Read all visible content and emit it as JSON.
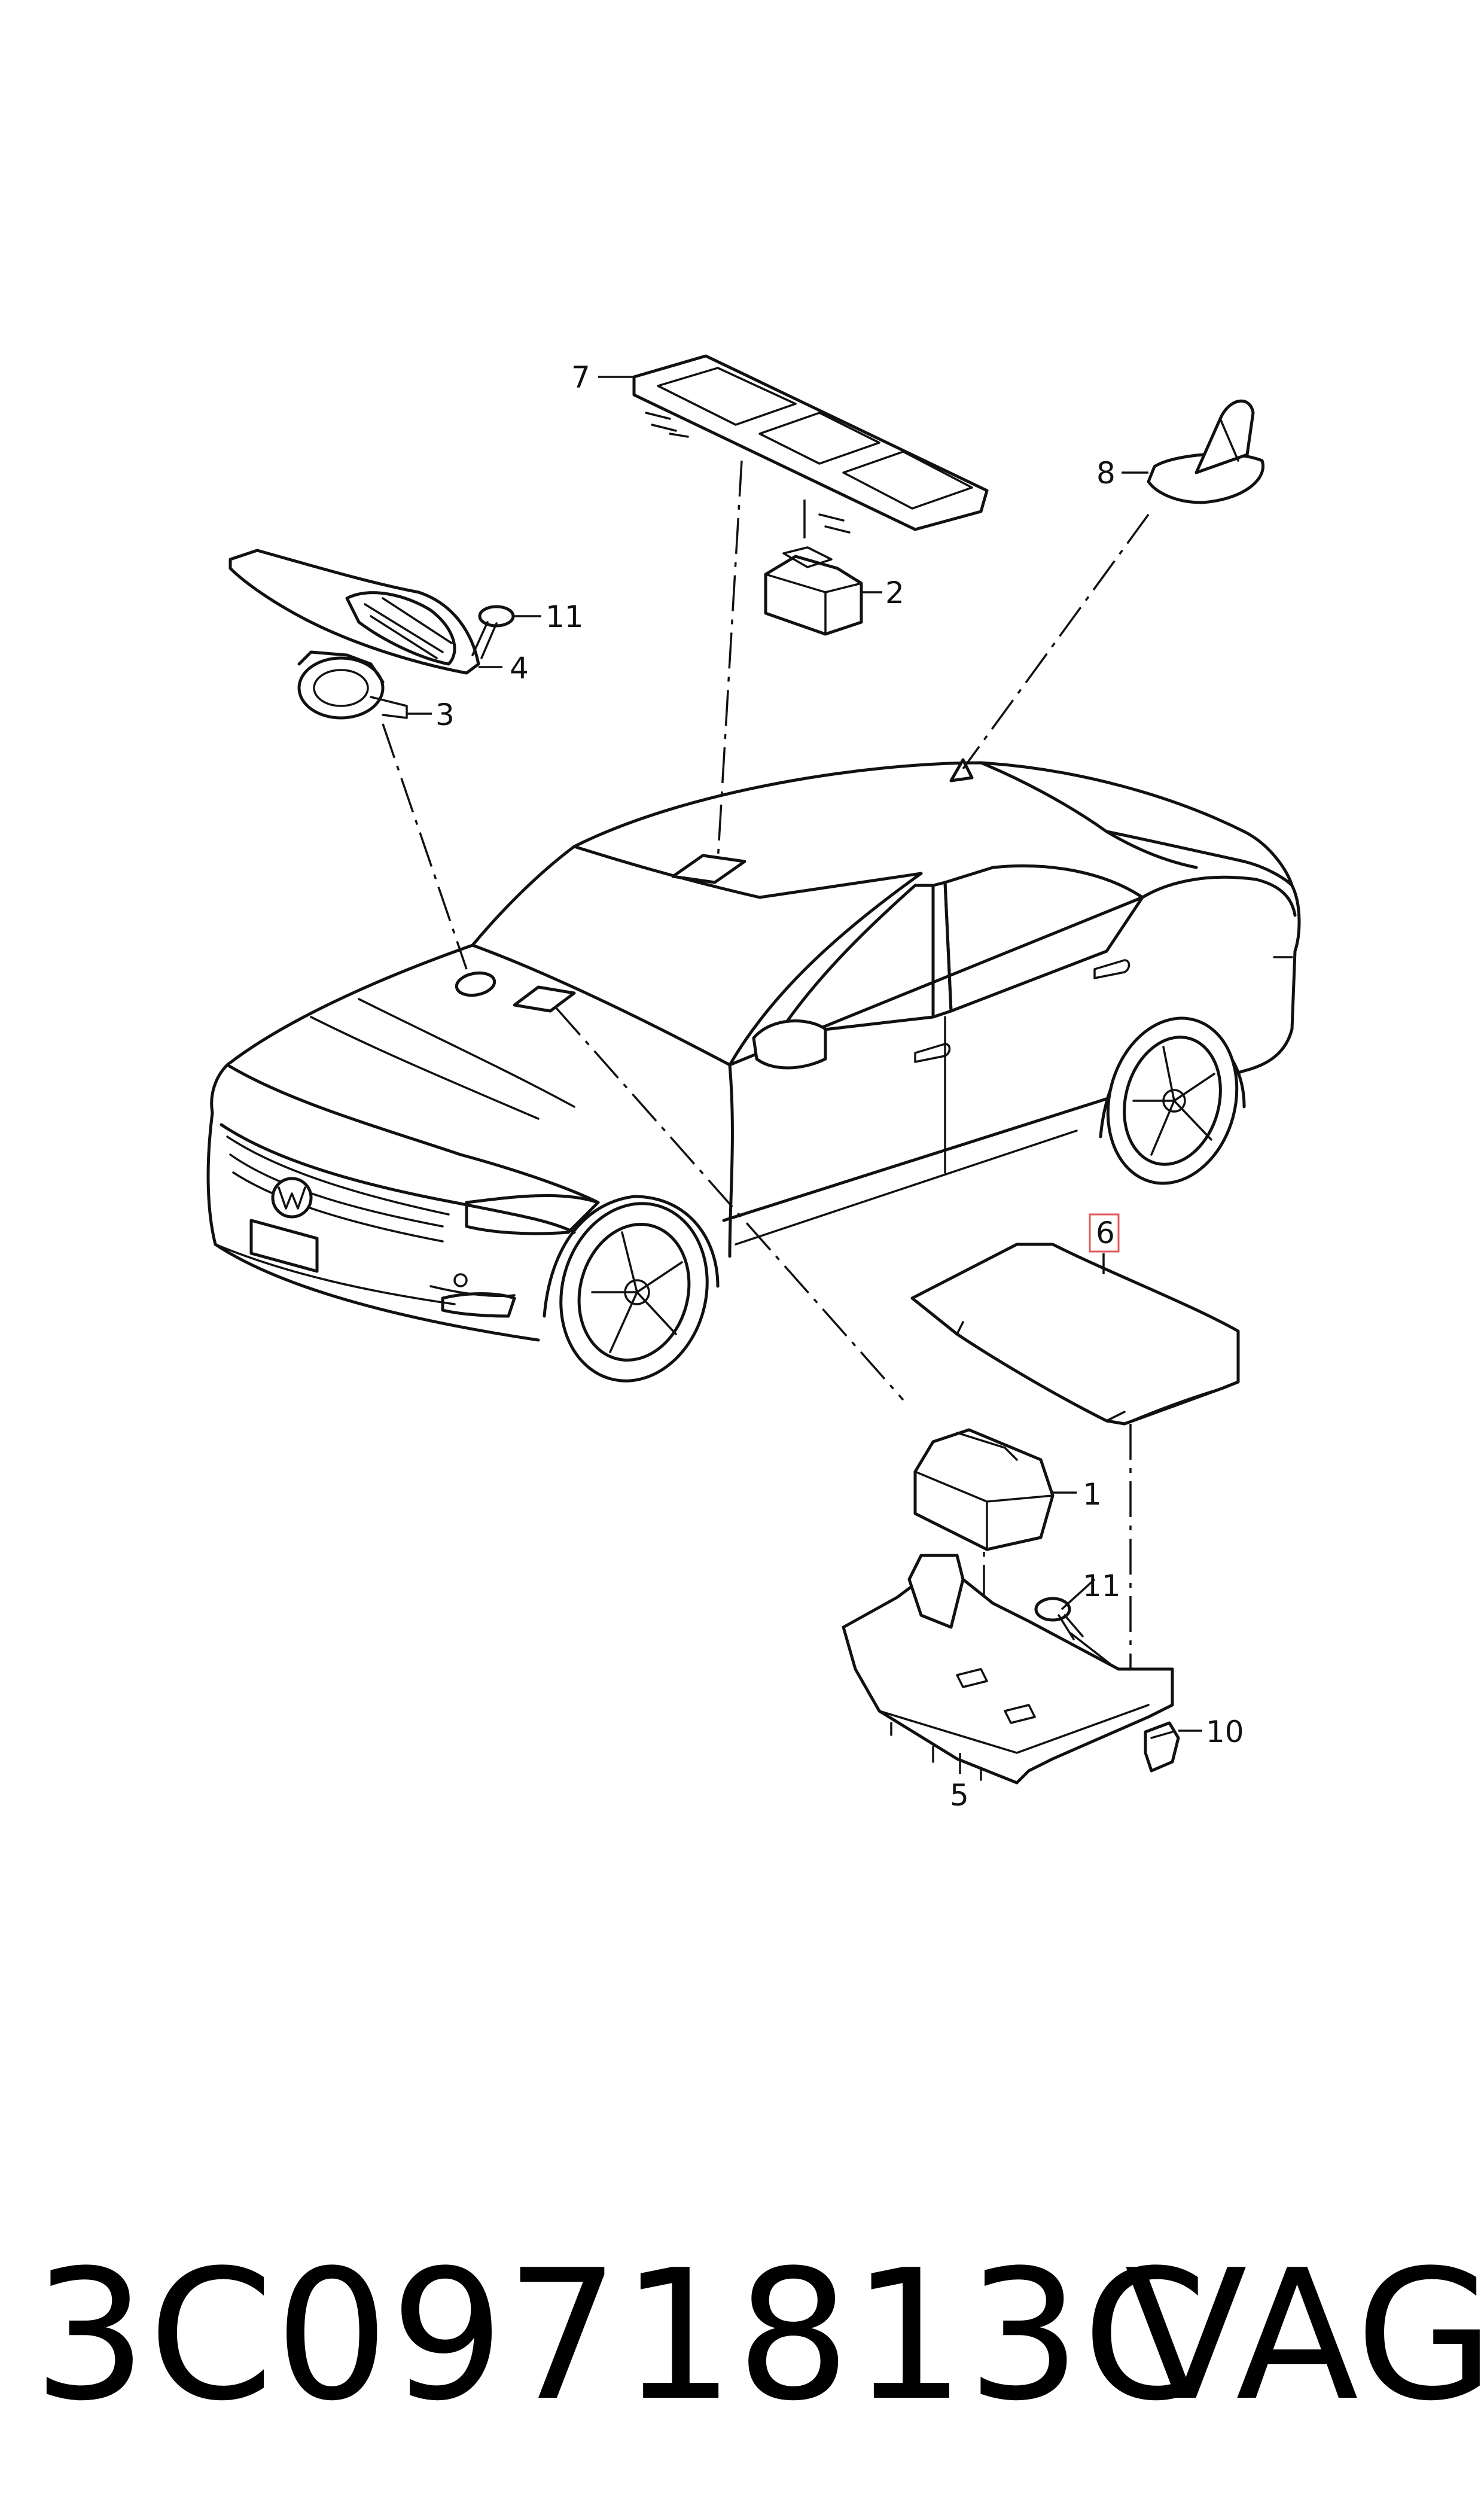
{
  "diagram": {
    "callouts": {
      "c1": "1",
      "c2": "2",
      "c3": "3",
      "c4": "4",
      "c5": "5",
      "c6": "6",
      "c7": "7",
      "c8": "8",
      "c10": "10",
      "c11a": "11",
      "c11b": "11"
    },
    "highlighted_callout": "6",
    "highlight_color": "#e05a5a"
  },
  "footer": {
    "part_number": "3C0971813C",
    "brand": "VAG"
  }
}
